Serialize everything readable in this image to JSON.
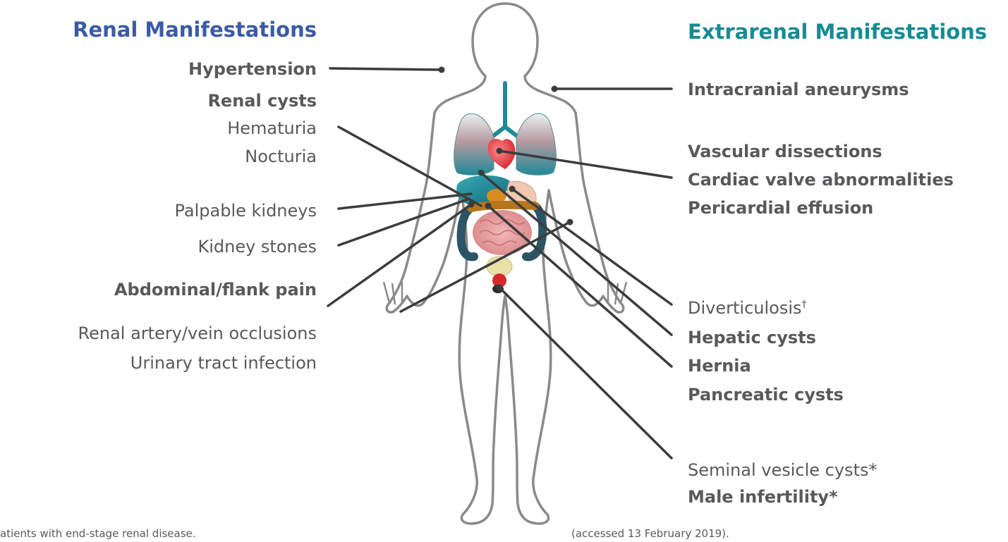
{
  "renal": {
    "heading": "Renal Manifestations",
    "items": [
      {
        "text": "Hypertension",
        "bold": true
      },
      {
        "text": "Renal cysts",
        "bold": true
      },
      {
        "text": "Hematuria",
        "bold": false
      },
      {
        "text": "Nocturia",
        "bold": false
      },
      {
        "text": "Palpable kidneys",
        "bold": false
      },
      {
        "text": "Kidney stones",
        "bold": false
      },
      {
        "text": "Abdominal/flank pain",
        "bold": true
      },
      {
        "text": "Renal artery/vein occlusions",
        "bold": false
      },
      {
        "text": "Urinary tract infection",
        "bold": false
      }
    ]
  },
  "extrarenal": {
    "heading": "Extrarenal Manifestations",
    "items": [
      {
        "text": "Intracranial aneurysms",
        "bold": true
      },
      {
        "text": "Vascular dissections",
        "bold": true
      },
      {
        "text": "Cardiac valve abnormalities",
        "bold": true
      },
      {
        "text": "Pericardial effusion",
        "bold": true
      },
      {
        "text": "Diverticulosis",
        "sup": "†",
        "bold": false
      },
      {
        "text": "Hepatic cysts",
        "bold": true
      },
      {
        "text": "Hernia",
        "bold": true
      },
      {
        "text": "Pancreatic cysts",
        "bold": true
      },
      {
        "text": "Seminal vesicle cysts*",
        "bold": false
      },
      {
        "text": "Male infertility*",
        "bold": true
      }
    ]
  },
  "footer": {
    "left": "atients with end-stage renal disease.",
    "right": "(accessed 13 February 2019)."
  },
  "colors": {
    "renal_heading": "#3b5ba5",
    "extrarenal_heading": "#168b92",
    "text": "#58595b",
    "leader_line": "#3c3c3c",
    "body_outline": "#8a8a8a"
  }
}
